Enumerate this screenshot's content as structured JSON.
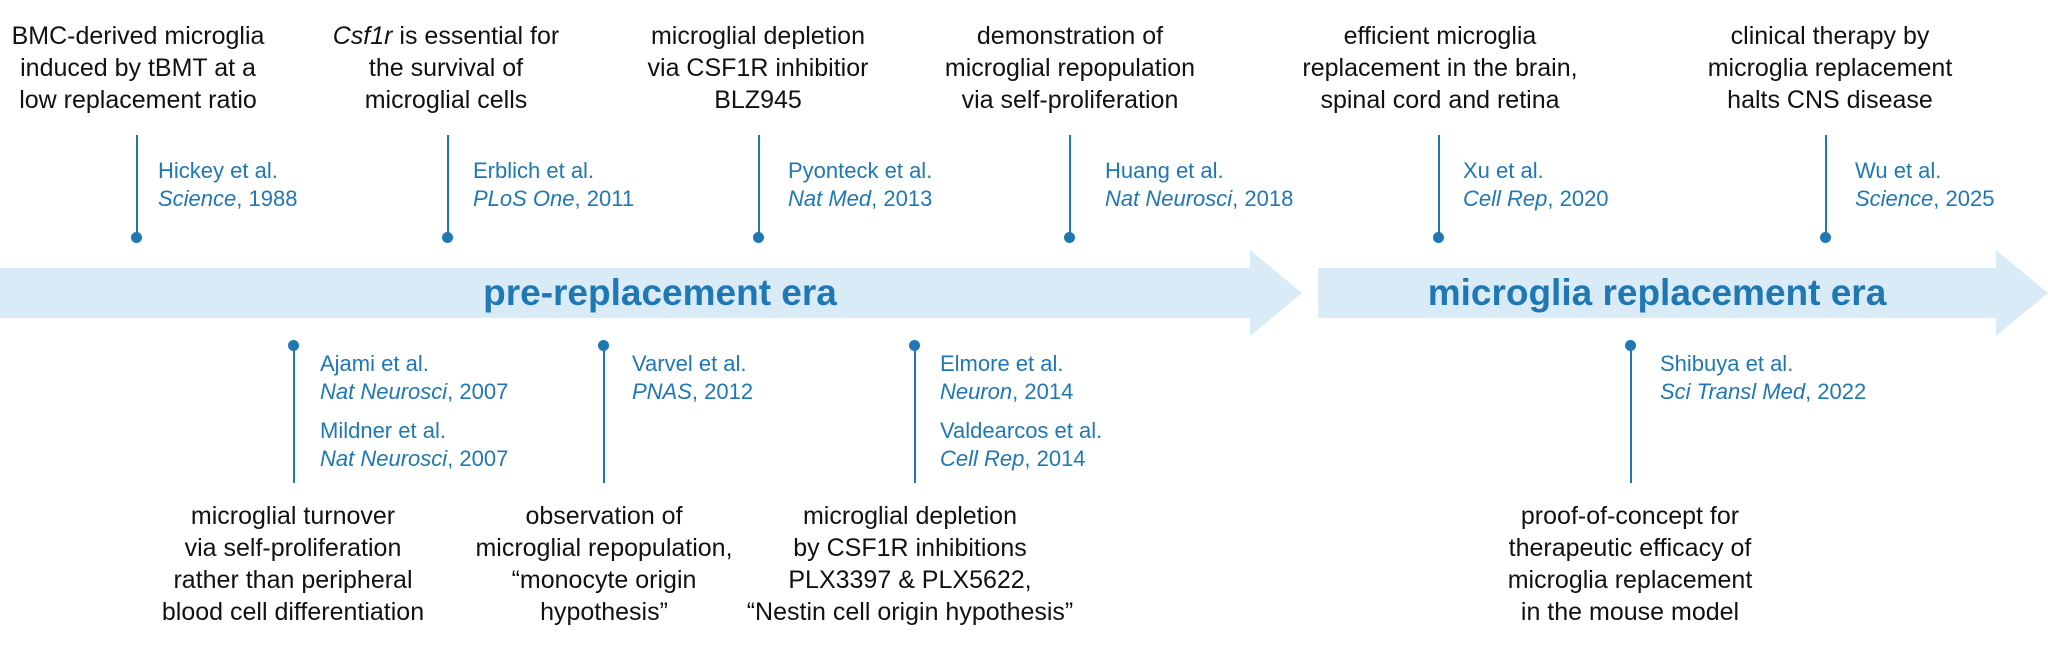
{
  "colors": {
    "accent": "#1f77b4",
    "band": "#d9ebf7",
    "text": "#111111"
  },
  "eras": [
    {
      "label": "pre-replacement era"
    },
    {
      "label": "microglia replacement era"
    }
  ],
  "events": [
    {
      "id": "hickey",
      "description": [
        "BMC-derived microglia",
        "induced by tBMT at a",
        "low replacement ratio"
      ],
      "citations": [
        {
          "authors": "Hickey et al.",
          "journal": "Science",
          "year": ", 1988"
        }
      ]
    },
    {
      "id": "erblich",
      "description_lead_italic": "Csf1r",
      "description_lead_rest": " is essential for",
      "description": [
        "the survival of",
        "microglial cells"
      ],
      "citations": [
        {
          "authors": "Erblich et al.",
          "journal": "PLoS One",
          "year": ", 2011"
        }
      ]
    },
    {
      "id": "pyonteck",
      "description": [
        "microglial depletion",
        "via CSF1R inhibitior",
        "BLZ945"
      ],
      "citations": [
        {
          "authors": "Pyonteck et al.",
          "journal": "Nat Med",
          "year": ", 2013"
        }
      ]
    },
    {
      "id": "huang",
      "description": [
        "demonstration of",
        "microglial repopulation",
        "via self-proliferation"
      ],
      "citations": [
        {
          "authors": "Huang et al.",
          "journal": "Nat Neurosci",
          "year": ", 2018"
        }
      ]
    },
    {
      "id": "xu",
      "description": [
        "efficient microglia",
        "replacement in the brain,",
        "spinal cord and retina"
      ],
      "citations": [
        {
          "authors": "Xu et al.",
          "journal": "Cell Rep",
          "year": ", 2020"
        }
      ]
    },
    {
      "id": "wu",
      "description": [
        "clinical therapy by",
        "microglia replacement",
        "halts CNS disease"
      ],
      "citations": [
        {
          "authors": "Wu et al.",
          "journal": "Science",
          "year": ", 2025"
        }
      ]
    },
    {
      "id": "ajami",
      "description": [
        "microglial turnover",
        "via self-proliferation",
        "rather than peripheral",
        "blood cell differentiation"
      ],
      "citations": [
        {
          "authors": "Ajami et al.",
          "journal": "Nat Neurosci",
          "year": ", 2007"
        },
        {
          "authors": "Mildner et al.",
          "journal": "Nat Neurosci",
          "year": ", 2007"
        }
      ]
    },
    {
      "id": "varvel",
      "description": [
        "observation of",
        "microglial repopulation,",
        "“monocyte origin",
        "hypothesis”"
      ],
      "citations": [
        {
          "authors": "Varvel et al.",
          "journal": "PNAS",
          "year": ", 2012"
        }
      ]
    },
    {
      "id": "elmore",
      "description": [
        "microglial depletion",
        "by CSF1R inhibitions",
        "PLX3397 & PLX5622,",
        "“Nestin cell origin hypothesis”"
      ],
      "citations": [
        {
          "authors": "Elmore et al.",
          "journal": "Neuron",
          "year": ", 2014"
        },
        {
          "authors": "Valdearcos et al.",
          "journal": "Cell Rep",
          "year": ", 2014"
        }
      ]
    },
    {
      "id": "shibuya",
      "description": [
        "proof-of-concept for",
        "therapeutic efficacy of",
        "microglia replacement",
        "in the mouse model"
      ],
      "citations": [
        {
          "authors": "Shibuya et al.",
          "journal": "Sci Transl Med",
          "year": ", 2022"
        }
      ]
    }
  ]
}
